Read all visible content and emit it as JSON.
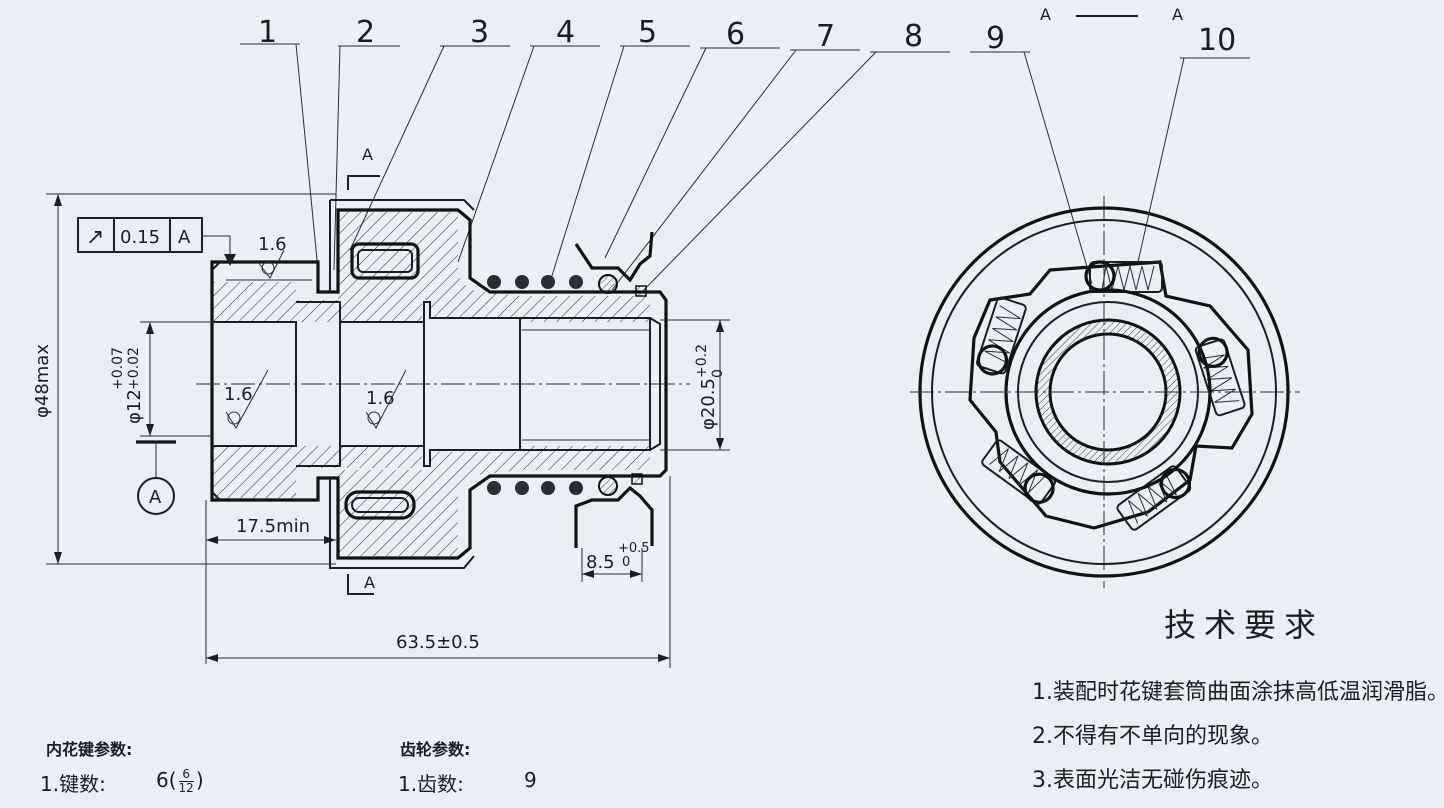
{
  "balloons": [
    "1",
    "2",
    "3",
    "4",
    "5",
    "6",
    "7",
    "8",
    "9",
    "10"
  ],
  "section": {
    "letter": "A",
    "title_left": "A",
    "title_right": "A"
  },
  "tolerance_frame": {
    "symbol": "↗",
    "value": "0.15",
    "datum": "A"
  },
  "datum_label": "A",
  "roughness": [
    "1.6",
    "1.6",
    "1.6"
  ],
  "dims": {
    "d48": "φ48max",
    "d12": "φ12",
    "d12_tol_upper": "+0.07",
    "d12_tol_lower": "+0.02",
    "d20": "φ20.5",
    "d20_tol_upper": "+0.2",
    "d20_tol_lower": "0",
    "len175": "17.5min",
    "len85": "8.5",
    "len85_tol_upper": "+0.5",
    "len85_tol_lower": "0",
    "len635": "63.5±0.5"
  },
  "tech": {
    "title": "技术要求",
    "items": [
      "1.装配时花键套筒曲面涂抹高低温润滑脂。",
      "2.不得有不单向的现象。",
      "3.表面光洁无碰伤痕迹。"
    ]
  },
  "spline": {
    "title": "内花键参数:",
    "row_label": "1.键数:",
    "row_value": "6(",
    "row_frac_top": "6",
    "row_frac_bottom": "12",
    "row_close": ")"
  },
  "gear": {
    "title": "齿轮参数:",
    "row_label": "1.齿数:",
    "row_value": "9"
  },
  "colors": {
    "paper": "#eceef5",
    "ink": "#1b1d24"
  }
}
